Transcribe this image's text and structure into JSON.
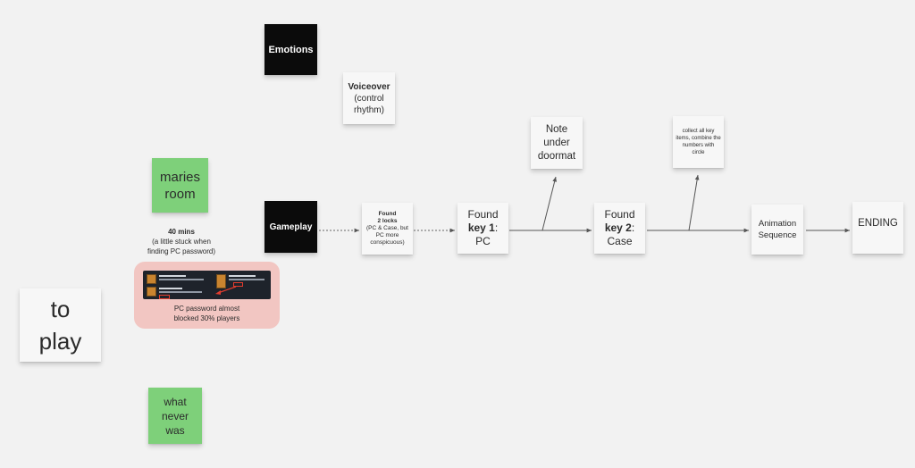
{
  "nodes": {
    "emotions": {
      "label": "Emotions"
    },
    "voiceover": {
      "title": "Voiceover",
      "sub": "(control rhythm)"
    },
    "gameplay": {
      "label": "Gameplay"
    },
    "maries_room": {
      "label": "maries room"
    },
    "to_play": {
      "label": "to play"
    },
    "what_never_was": {
      "label": "what never was"
    },
    "found_locks": {
      "title": "Found",
      "bold": "2 locks",
      "sub": "(PC & Case, but PC more conspicuous)"
    },
    "key1": {
      "pre": "Found",
      "bold": "key 1",
      "suffix": ":",
      "post": "PC"
    },
    "note_doormat": {
      "label": "Note under doormat"
    },
    "key2": {
      "pre": "Found",
      "bold": "key 2",
      "suffix": ":",
      "post": "Case"
    },
    "collect": {
      "label": "collect all key items, combine the numbers with circle"
    },
    "animation": {
      "label": "Animation Sequence"
    },
    "ending": {
      "label": "ENDING"
    }
  },
  "time_note": {
    "bold": "40 mins",
    "sub": "(a little stuck when finding PC password)"
  },
  "pc_password_card": {
    "label": "PC password almost blocked 30% players"
  },
  "colors": {
    "background": "#f2f2f2",
    "sticky_white": "#f7f7f7",
    "sticky_green": "#7ed07a",
    "sticky_black": "#0b0b0b",
    "card_red": "#f2c6c2",
    "connector": "#555555"
  }
}
